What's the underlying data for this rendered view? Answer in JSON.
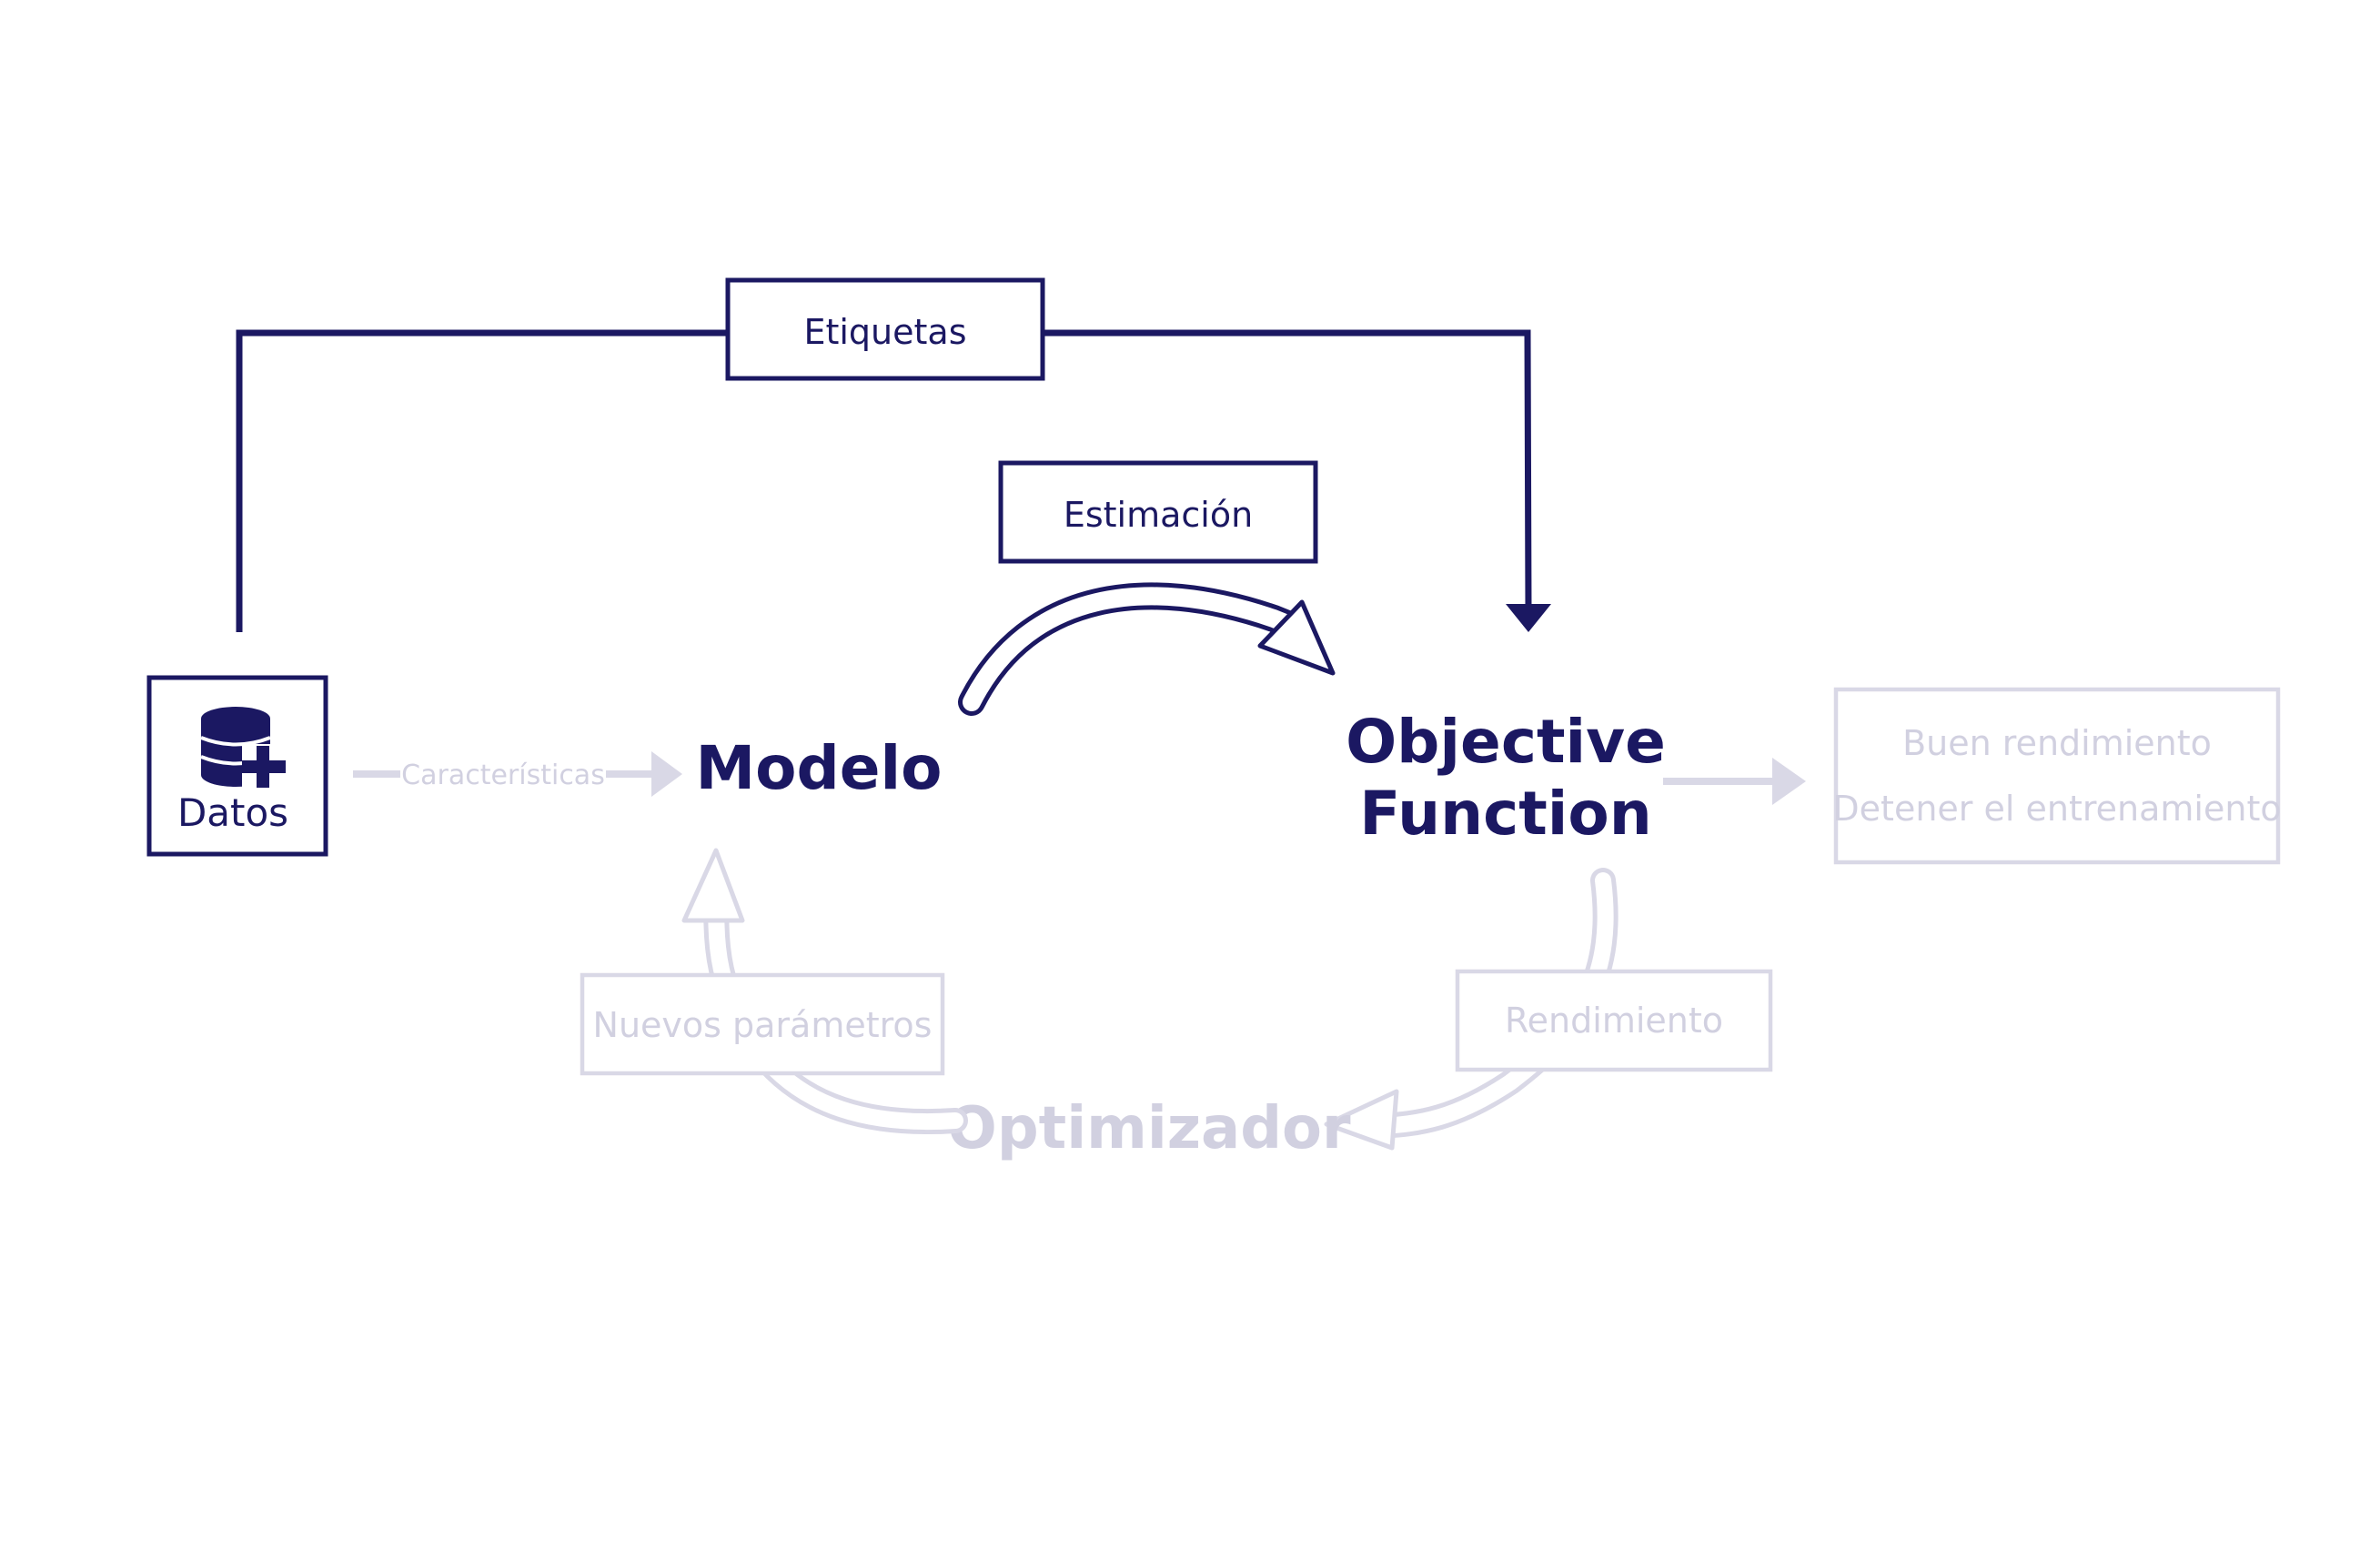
{
  "nodes": {
    "datos": {
      "label": "Datos",
      "icon": "database-add-icon"
    },
    "modelo": {
      "label": "Modelo"
    },
    "objective_line1": "Objective",
    "objective_line2": "Function",
    "optimizador": {
      "label": "Optimizador"
    }
  },
  "labels": {
    "etiquetas": "Etiquetas",
    "estimacion": "Estimación",
    "caracteristicas": "Características",
    "nuevos_parametros": "Nuevos parámetros",
    "rendimiento": "Rendimiento",
    "buen_rendimiento": "Buen rendimiento",
    "detener": "Detener el entrenamiento"
  },
  "colors": {
    "primary": "#1b1862",
    "faded_text": "#d1d0e0",
    "faded_line": "#d9d8e6"
  }
}
